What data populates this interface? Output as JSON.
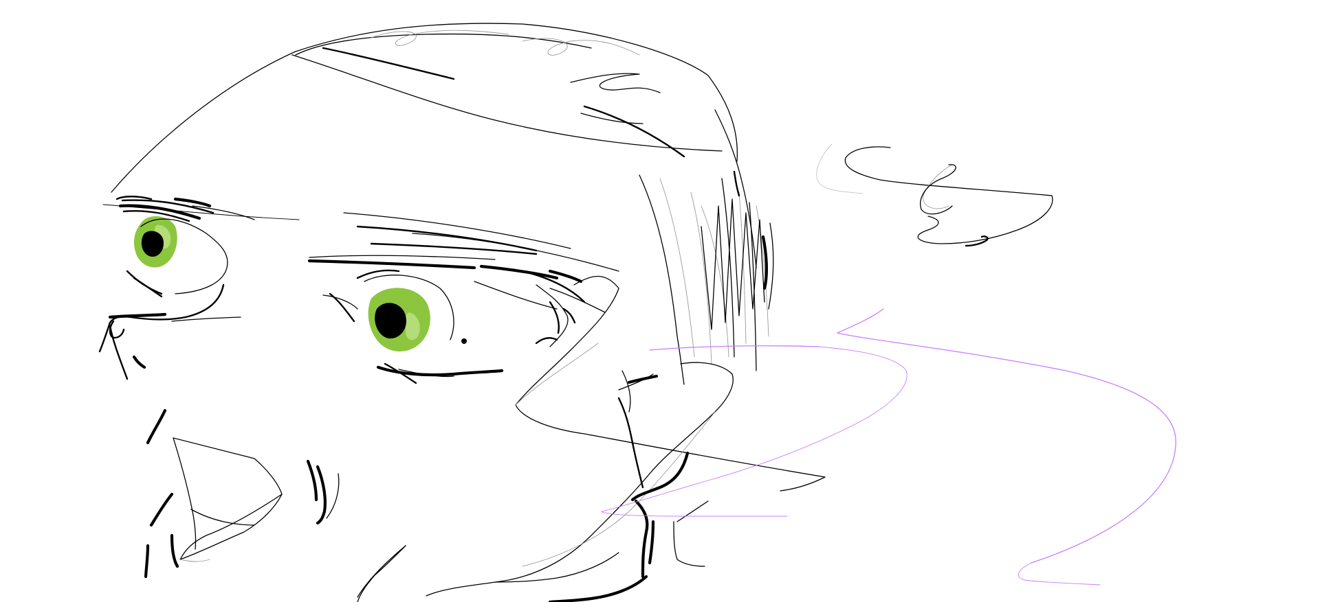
{
  "app": {
    "surface": "sketch-canvas"
  },
  "palette": {
    "background": "#ffffff",
    "ink": "#000000",
    "grey_ink": "#9a9a9a",
    "light_grey_ink": "#c4c4c4",
    "iris": "#8cc63f",
    "iris_light": "#b4dc78",
    "accent_stroke": "#c77dff"
  },
  "layers": [
    {
      "name": "base-sketch"
    },
    {
      "name": "color-iris"
    },
    {
      "name": "accent-strokes"
    }
  ]
}
